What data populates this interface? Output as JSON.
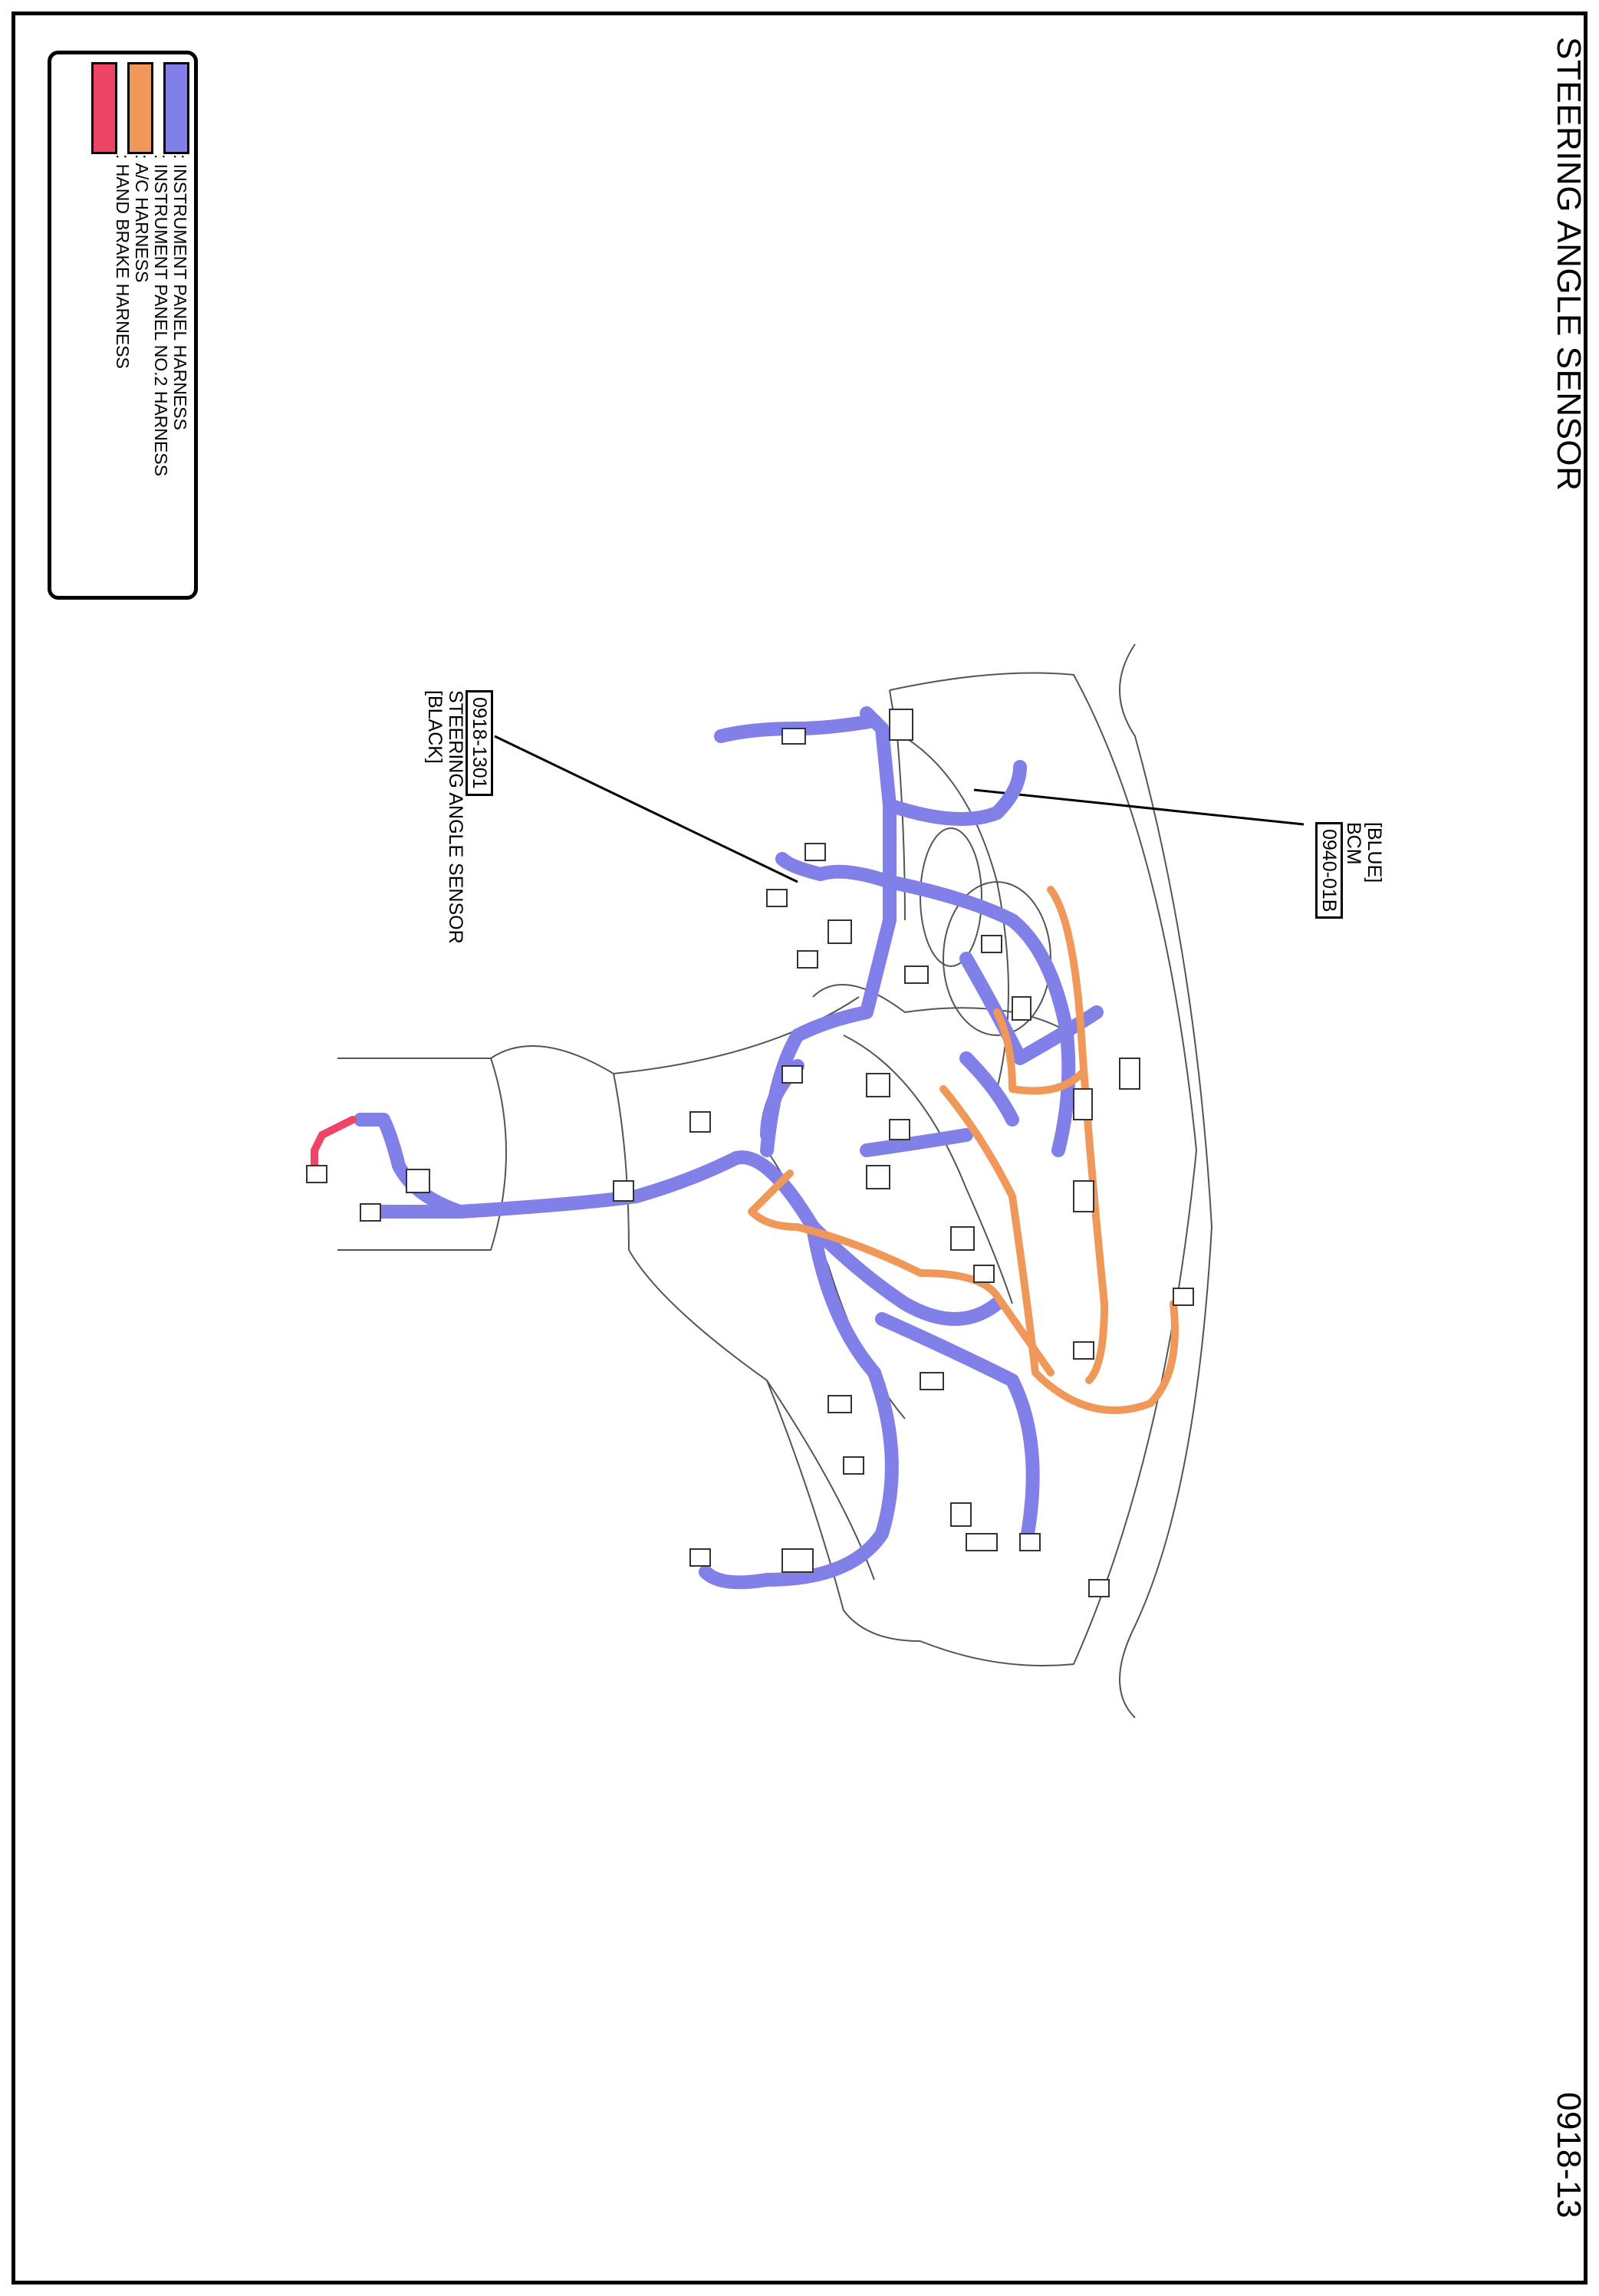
{
  "page": {
    "title": "STEERING ANGLE SENSOR",
    "page_number": "0918-13"
  },
  "legend": {
    "items": [
      {
        "label": ": INSTRUMENT PANEL HARNESS",
        "color": "#8080e8"
      },
      {
        "label": ": INSTRUMENT PANEL NO.2 HARNESS",
        "color": "#8080e8"
      },
      {
        "label": ": A/C HARNESS",
        "color": "#f0985a"
      },
      {
        "label": ": HAND BRAKE HARNESS",
        "color": "#ee4466"
      }
    ]
  },
  "callouts": {
    "steering_sensor": {
      "code": "0918-1301",
      "name": "STEERING ANGLE SENSOR",
      "color": "[BLACK]"
    },
    "bcm": {
      "color": "[BLUE]",
      "name": "BCM",
      "code": "0940-01B"
    }
  },
  "colors": {
    "instrument_panel": "#8080e8",
    "ac": "#f0985a",
    "hand_brake": "#ee4466",
    "outline": "#555555"
  }
}
